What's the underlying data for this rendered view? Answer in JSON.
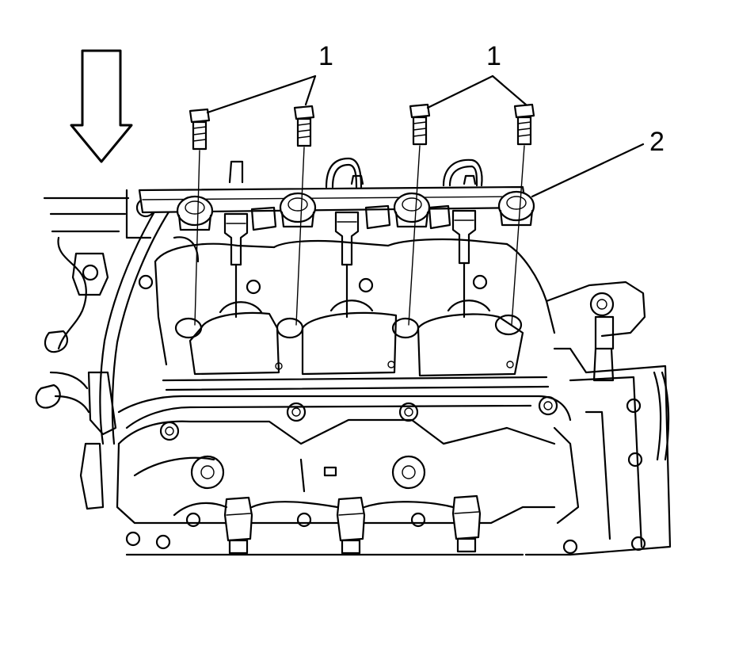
{
  "callouts": {
    "bolts_left": "1",
    "bolts_right": "1",
    "fuel_rail": "2"
  },
  "icons": {
    "direction_arrow": "view-direction-arrow-down-icon"
  },
  "colors": {
    "line": "#000000",
    "background": "#ffffff"
  }
}
